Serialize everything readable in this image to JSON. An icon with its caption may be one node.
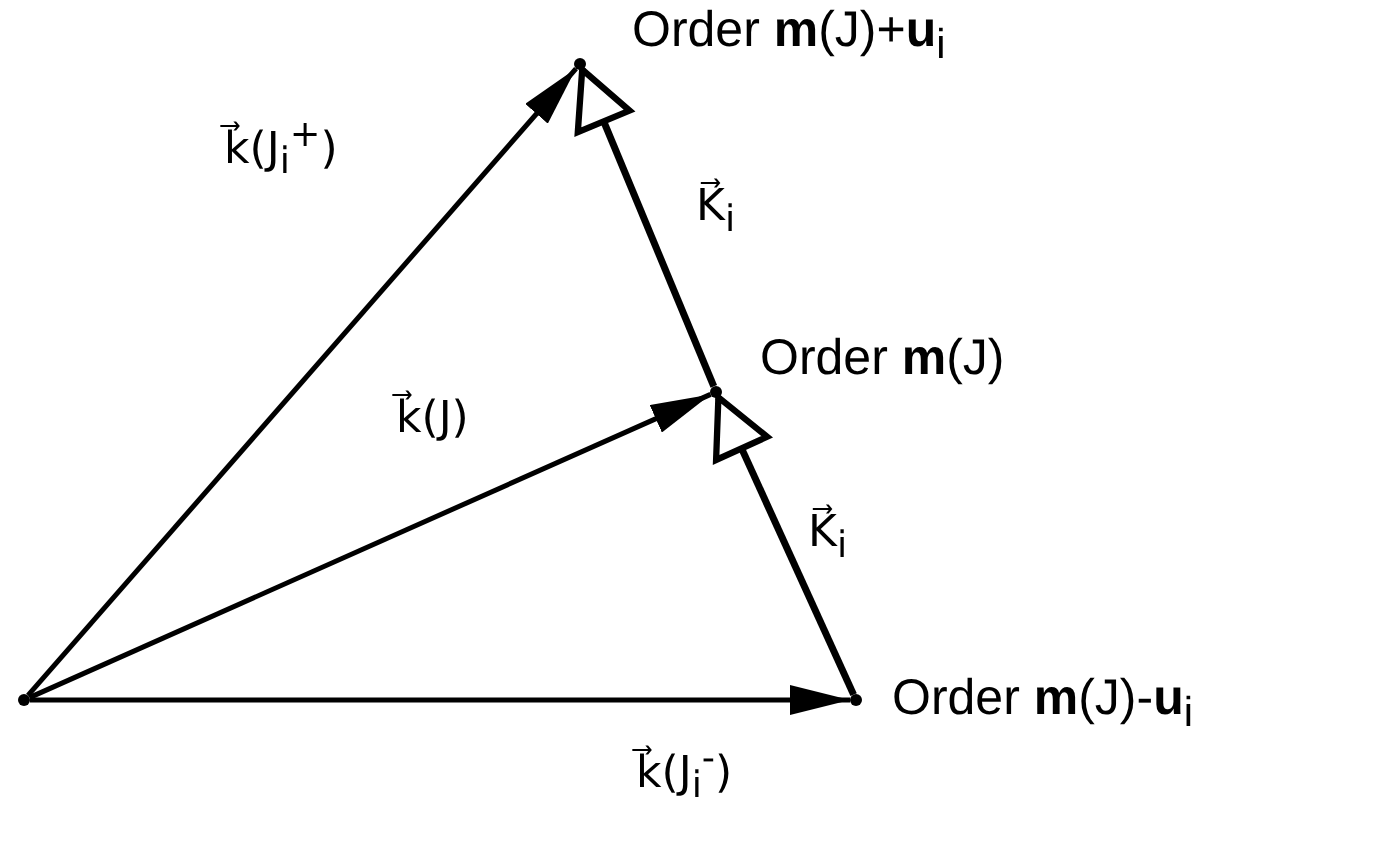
{
  "diagram": {
    "nodes": [
      {
        "text": [],
        "shape": "point"
      },
      {
        "text": [],
        "shape": "point",
        "beside": [
          "Order  **m**(J)+**u**$_{i}$"
        ]
      },
      {
        "text": [],
        "shape": "point",
        "beside": [
          "Order  **m**(J)"
        ]
      },
      {
        "text": [],
        "shape": "point",
        "beside": [
          "Order  **m**(J)-**u**$_{i}$"
        ]
      }
    ],
    "edges": [
      {
        "from": 0,
        "to": 1,
        "arrow": "to",
        "label": "k⃗(J$_{i}$$^{+}$)"
      },
      {
        "from": 0,
        "to": 2,
        "arrow": "to",
        "label": "k⃗(J)"
      },
      {
        "from": 0,
        "to": 3,
        "arrow": "to",
        "label": "k⃗(J$_{i}$$^{-}$)"
      },
      {
        "from": 3,
        "to": 2,
        "arrow": "to",
        "label": "K⃗$_{i}$"
      },
      {
        "from": 2,
        "to": 1,
        "arrow": "to",
        "label": "K⃗$_{i}$"
      }
    ]
  }
}
